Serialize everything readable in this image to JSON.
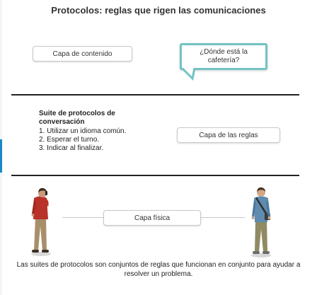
{
  "title": "Protocolos: reglas que rigen las comunicaciones",
  "content_layer_label": "Capa de contenido",
  "speech_bubble": {
    "line1": "¿Dónde está la",
    "line2": "cafetería?"
  },
  "protocol_suite": {
    "heading_line1": "Suite de protocolos de",
    "heading_line2": "conversación",
    "steps": [
      "1. Utilizar un idioma común.",
      "2. Esperar el turno.",
      "3. Indicar al finalizar."
    ]
  },
  "rules_layer_label": "Capa de las reglas",
  "physical_layer_label": "Capa física",
  "caption": {
    "line1": "Las suites de protocolos son conjuntos de reglas que funcionan en conjunto para ayudar a",
    "line2": "resolver un problema."
  },
  "colors": {
    "bubble_border": "#74c2c4",
    "divider": "#222222",
    "accent": "#1d86c8"
  }
}
